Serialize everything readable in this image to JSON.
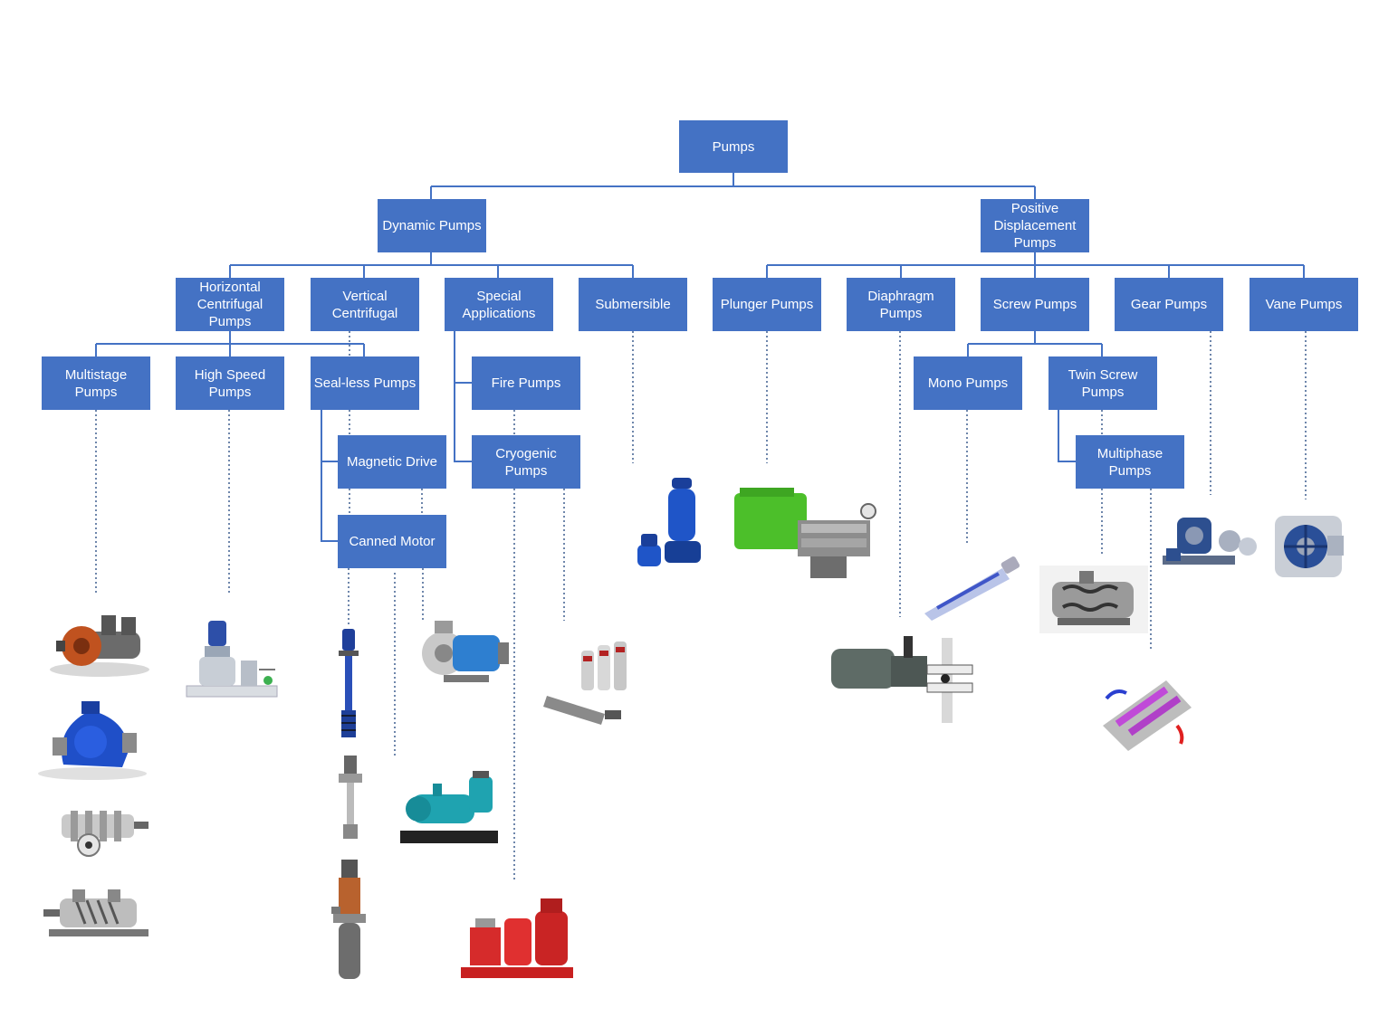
{
  "nodes": {
    "pumps": "Pumps",
    "dynamic": "Dynamic Pumps",
    "positive": "Positive\nDisplacement\nPumps",
    "horizontal": "Horizontal\nCentrifugal\nPumps",
    "vertical": "Vertical\nCentrifugal",
    "special": "Special\nApplications",
    "submersible": "Submersible",
    "plunger": "Plunger Pumps",
    "diaphragm": "Diaphragm\nPumps",
    "screw": "Screw Pumps",
    "gear": "Gear Pumps",
    "vane": "Vane Pumps",
    "multistage": "Multistage\nPumps",
    "highspeed": "High Speed\nPumps",
    "sealless": "Seal-less Pumps",
    "fire": "Fire Pumps",
    "cryogenic": "Cryogenic Pumps",
    "mono": "Mono Pumps",
    "twinscrew": "Twin Screw\nPumps",
    "magnetic": "Magnetic Drive",
    "canned": "Canned Motor",
    "multiphase": "Multiphase\nPumps"
  },
  "colors": {
    "node_fill": "#4472C4",
    "node_text": "#FFFFFF",
    "connector": "#4472C4",
    "leader": "#3F5F8F"
  },
  "illustrations": [
    "split-case-pump-orange-icon",
    "split-case-pump-blue-icon",
    "multistage-ring-section-pump-icon",
    "barrel-multistage-pump-icon",
    "high-speed-integral-gear-pump-icon",
    "vertical-turbine-pump-icon",
    "vertical-sump-pump-icon",
    "vertical-canned-motor-pump-icon",
    "magnetic-drive-pump-icon",
    "canned-motor-pump-skid-icon",
    "fire-pump-package-icon",
    "cryogenic-submerged-pumps-icon",
    "submersible-pump-icon",
    "plunger-pump-icon",
    "diaphragm-metering-pump-icon",
    "progressing-cavity-mono-pump-icon",
    "twin-screw-pump-icon",
    "multiphase-pump-cutaway-icon",
    "gear-pump-exploded-icon",
    "vane-pump-icon"
  ]
}
